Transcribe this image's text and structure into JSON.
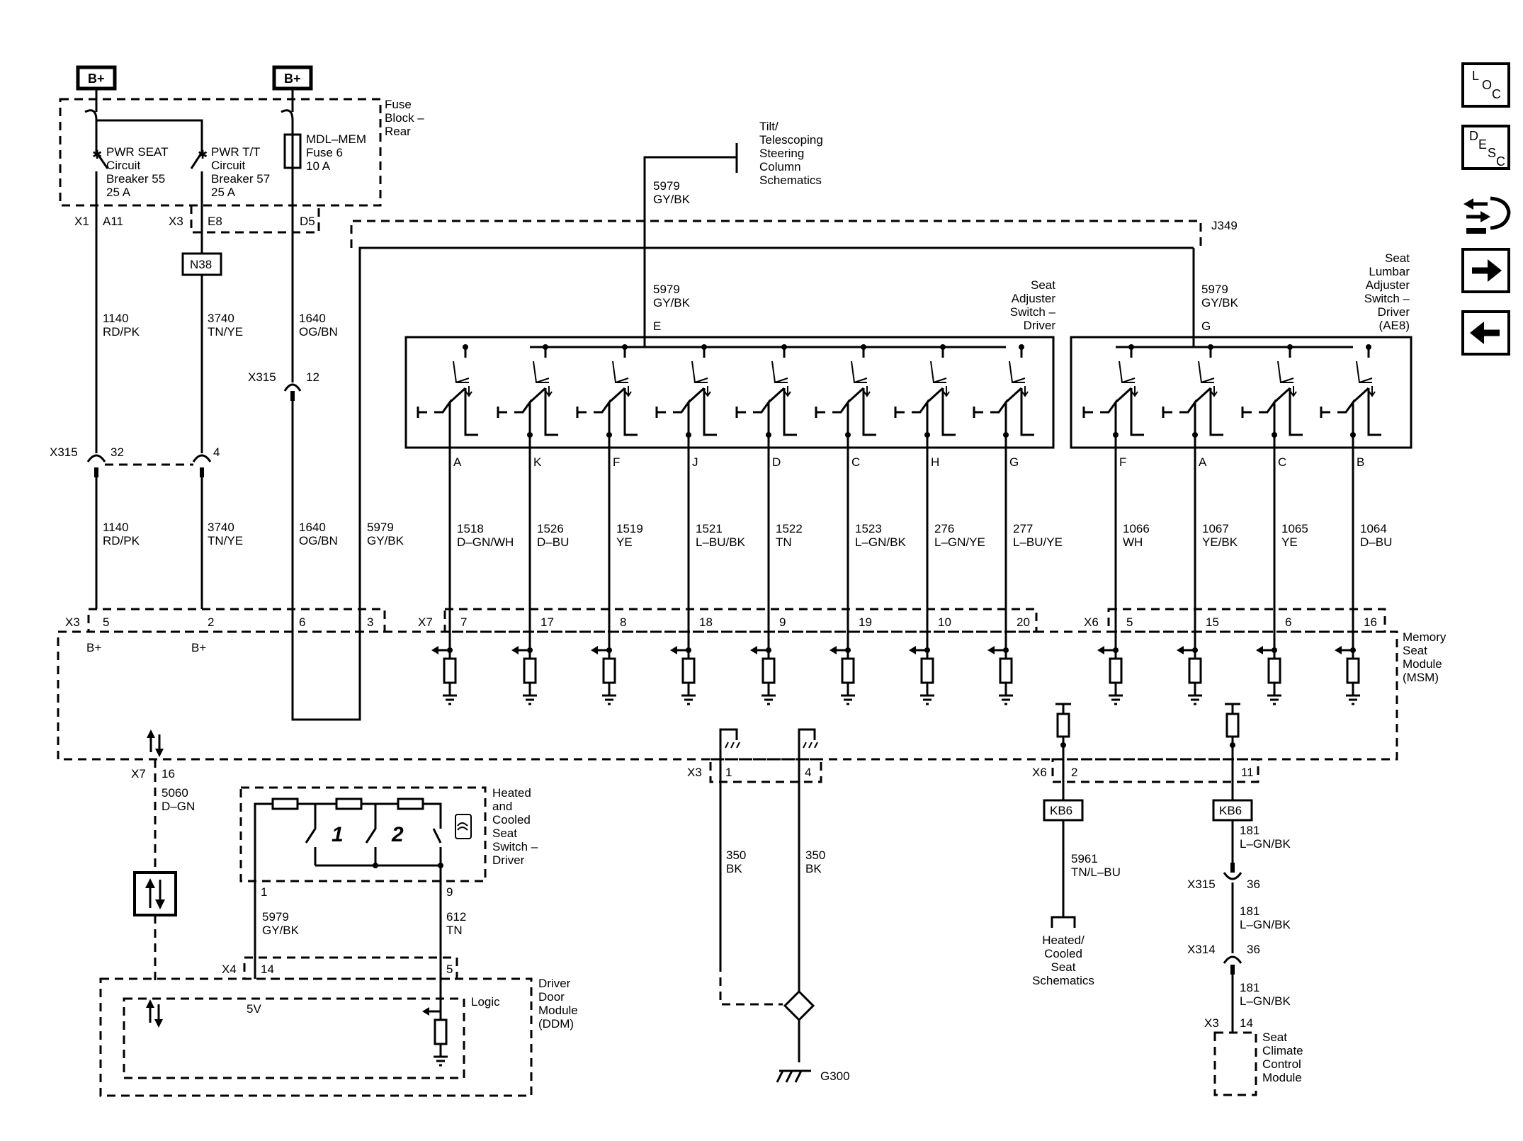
{
  "power": {
    "bplus_left": "B+",
    "bplus_right": "B+"
  },
  "fuse_block": {
    "title_lines": [
      "Fuse",
      "Block –",
      "Rear"
    ],
    "cb55_lines": [
      "PWR SEAT",
      "Circuit",
      "Breaker 55",
      "25 A"
    ],
    "cb57_lines": [
      "PWR T/T",
      "Circuit",
      "Breaker 57",
      "25 A"
    ],
    "fuse6_lines": [
      "MDL–MEM",
      "Fuse 6",
      "10 A"
    ],
    "pins": {
      "x1": "X1",
      "a11": "A11",
      "x3": "X3",
      "e8": "E8",
      "d5": "D5"
    }
  },
  "splice_n38": "N38",
  "tilt_ref_lines": [
    "Tilt/",
    "Telescoping",
    "Steering",
    "Column",
    "Schematics"
  ],
  "j349": "J349",
  "wires": {
    "w5979_top": [
      "5979",
      "GY/BK"
    ],
    "w5979_e": [
      "5979",
      "GY/BK"
    ],
    "pin_e": "E",
    "w5979_g": [
      "5979",
      "GY/BK"
    ],
    "pin_g": "G",
    "w1140_top": [
      "1140",
      "RD/PK"
    ],
    "w3740_top": [
      "3740",
      "TN/YE"
    ],
    "w1640_top": [
      "1640",
      "OG/BN"
    ],
    "x315_a": "X315",
    "x315_a_pin": "12",
    "x315_b": "X315",
    "x315_b_pin1": "32",
    "x315_b_pin2": "4",
    "w1140_bot": [
      "1140",
      "RD/PK"
    ],
    "w3740_bot": [
      "3740",
      "TN/YE"
    ],
    "w1640_bot": [
      "1640",
      "OG/BN"
    ],
    "w5979_bot": [
      "5979",
      "GY/BK"
    ]
  },
  "driver_switch": {
    "title_lines": [
      "Seat",
      "Adjuster",
      "Switch –",
      "Driver"
    ],
    "pins": [
      "A",
      "K",
      "F",
      "J",
      "D",
      "C",
      "H",
      "G"
    ],
    "circuits": [
      [
        "1518",
        "D–GN/WH"
      ],
      [
        "1526",
        "D–BU"
      ],
      [
        "1519",
        "YE"
      ],
      [
        "1521",
        "L–BU/BK"
      ],
      [
        "1522",
        "TN"
      ],
      [
        "1523",
        "L–GN/BK"
      ],
      [
        "276",
        "L–GN/YE"
      ],
      [
        "277",
        "L–BU/YE"
      ]
    ],
    "x7_label": "X7",
    "x7_pins": [
      "7",
      "17",
      "8",
      "18",
      "9",
      "19",
      "10",
      "20"
    ]
  },
  "lumbar_switch": {
    "title_lines": [
      "Seat",
      "Lumbar",
      "Adjuster",
      "Switch –",
      "Driver",
      "(AE8)"
    ],
    "pins": [
      "F",
      "A",
      "C",
      "B"
    ],
    "circuits": [
      [
        "1066",
        "WH"
      ],
      [
        "1067",
        "YE/BK"
      ],
      [
        "1065",
        "YE"
      ],
      [
        "1064",
        "D–BU"
      ]
    ],
    "x6_label": "X6",
    "x6_pins": [
      "5",
      "15",
      "6",
      "16"
    ]
  },
  "msm": {
    "title_lines": [
      "Memory",
      "Seat",
      "Module",
      "(MSM)"
    ],
    "x3_label": "X3",
    "x3_pins": [
      "5",
      "2",
      "6",
      "3"
    ],
    "bplus1": "B+",
    "bplus2": "B+",
    "x7_16": [
      "X7",
      "16"
    ],
    "x3_bottom": [
      "X3",
      "1",
      "4"
    ],
    "x6_bottom": [
      "X6",
      "2",
      "11"
    ]
  },
  "lower": {
    "w5060": [
      "5060",
      "D–GN"
    ],
    "heated_switch_lines": [
      "Heated",
      "and",
      "Cooled",
      "Seat",
      "Switch –",
      "Driver"
    ],
    "hs_pin1": "1",
    "hs_pin9": "9",
    "hs_num1": "1",
    "hs_num2": "2",
    "w5979": [
      "5979",
      "GY/BK"
    ],
    "w612": [
      "612",
      "TN"
    ],
    "x4": [
      "X4",
      "14",
      "5"
    ],
    "ddm_lines": [
      "Driver",
      "Door",
      "Module",
      "(DDM)"
    ],
    "v5": "5V",
    "logic": "Logic",
    "w350a": [
      "350",
      "BK"
    ],
    "w350b": [
      "350",
      "BK"
    ],
    "g300": "G300",
    "kb6_a": "KB6",
    "kb6_b": "KB6",
    "w5961": [
      "5961",
      "TN/L–BU"
    ],
    "heated_ref_lines": [
      "Heated/",
      "Cooled",
      "Seat",
      "Schematics"
    ],
    "w181a": [
      "181",
      "L–GN/BK"
    ],
    "x315c": [
      "X315",
      "36"
    ],
    "w181b": [
      "181",
      "L–GN/BK"
    ],
    "x314": [
      "X314",
      "36"
    ],
    "w181c": [
      "181",
      "L–GN/BK"
    ],
    "x3_14": [
      "X3",
      "14"
    ],
    "climate_lines": [
      "Seat",
      "Climate",
      "Control",
      "Module"
    ]
  },
  "side_buttons": {
    "loc": [
      "L",
      "O",
      "C"
    ],
    "desc": [
      "D",
      "E",
      "S",
      "C"
    ],
    "icons": [
      "connector-view-icon",
      "arrow-right-icon",
      "arrow-left-icon"
    ]
  }
}
